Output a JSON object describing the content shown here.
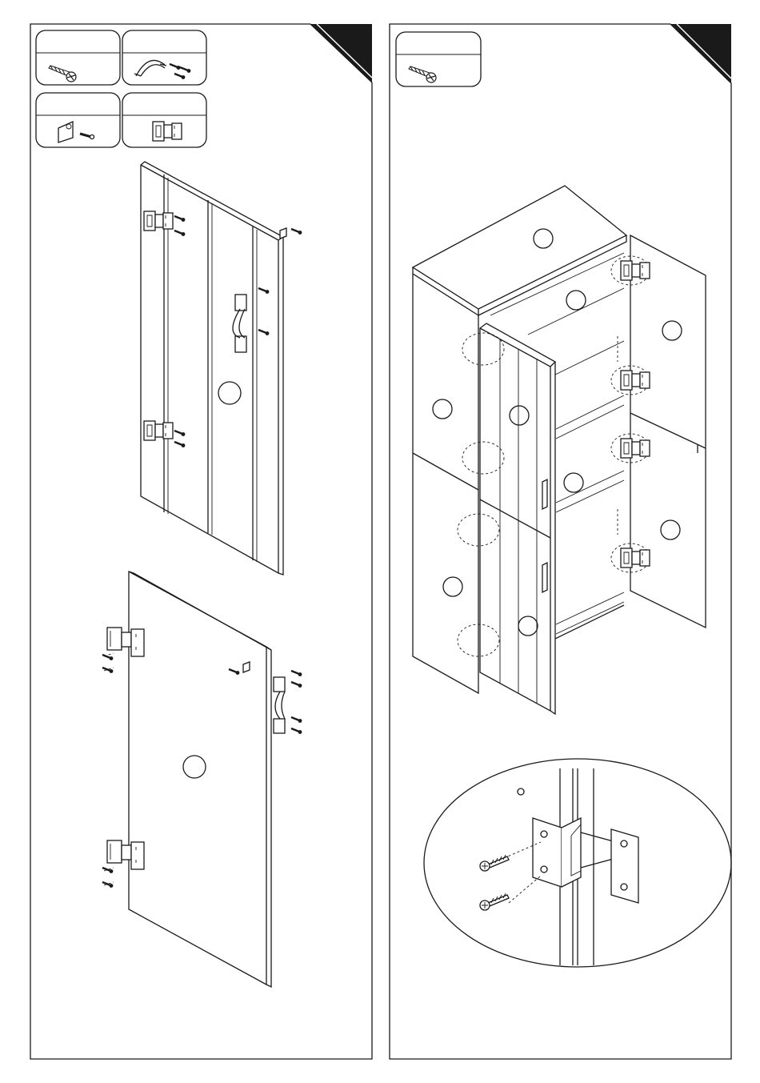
{
  "figure": {
    "panels": [
      {
        "id": "left",
        "hardware": [
          "screw-icon",
          "handle-icon",
          "bracket-icon",
          "hinge-icon"
        ],
        "part_markers": 2
      },
      {
        "id": "right",
        "hardware": [
          "screw-icon"
        ],
        "part_markers": 11,
        "hinge_callouts": 4
      }
    ],
    "colors": {
      "line": "#1a1a1a",
      "paper": "#ffffff"
    }
  }
}
